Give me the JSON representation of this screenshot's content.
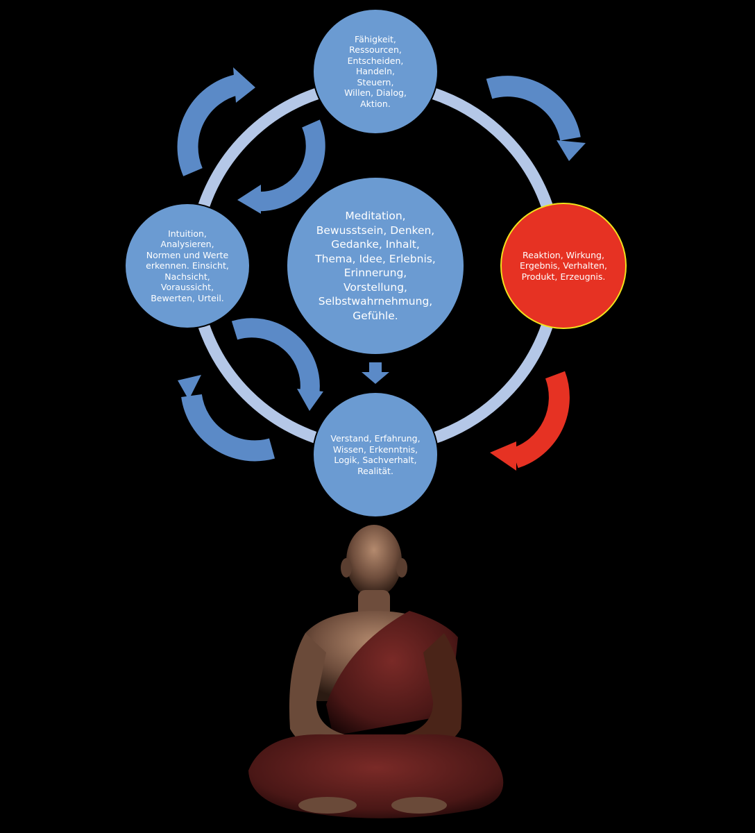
{
  "colors": {
    "background": "#000000",
    "ring": "#b4c7e7",
    "node_blue": "#6b9bd2",
    "node_red": "#e63223",
    "node_red_border": "#f2e21b",
    "arrow_blue": "#5b8ac7",
    "arrow_red": "#e63223",
    "robe": "#5e1d1c",
    "skin": "#8a6652"
  },
  "nodes": {
    "top": "Fähigkeit,\nRessourcen,\nEntscheiden,\nHandeln,\nSteuern,\nWillen, Dialog,\nAktion.",
    "center": "Meditation,\nBewusstsein, Denken,\nGedanke, Inhalt,\nThema, Idee, Erlebnis,\nErinnerung,\nVorstellung,\nSelbstwahrnehmung,\nGefühle.",
    "left": "Intuition,\nAnalysieren,\nNormen und Werte\nerkennen. Einsicht,\nNachsicht,\nVoraussicht,\nBewerten, Urteil.",
    "right": "Reaktion, Wirkung,\nErgebnis, Verhalten,\nProdukt, Erzeugnis.",
    "bottom": "Verstand, Erfahrung,\nWissen, Erkenntnis,\nLogik, Sachverhalt,\nRealität."
  },
  "icons": {
    "cycle_arrows": "curved-arrow-icon",
    "center_arrow": "arrow-down-icon",
    "figure": "meditating-monk-illustration"
  }
}
